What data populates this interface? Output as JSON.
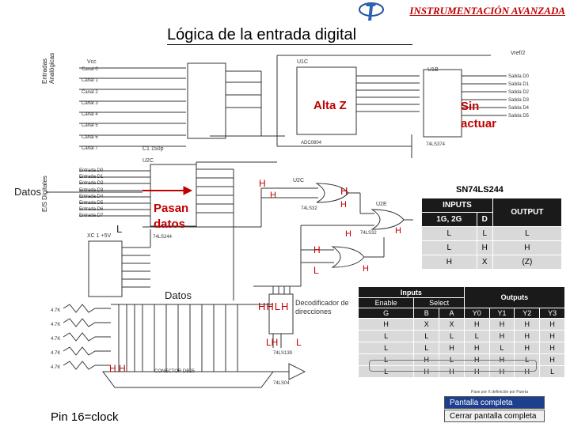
{
  "header": {
    "title": "INSTRUMENTACIÓN AVANZADA"
  },
  "slide": {
    "title": "Lógica de la entrada digital"
  },
  "schematic": {
    "group_analog": "Entradas Analógicas",
    "group_digital": "E/S Digitales",
    "analog_inputs": [
      "Canal 0",
      "Canal 1",
      "Canal 2",
      "Canal 3",
      "Canal 4",
      "Canal 5",
      "Canal 6",
      "Canal 7"
    ],
    "digital_inputs": [
      "Entrada D0",
      "Entrada D1",
      "Entrada D2",
      "Entrada D3",
      "Entrada D4",
      "Entrada D5",
      "Entrada D6",
      "Entrada D7"
    ],
    "digital_outputs": [
      "Salida D0",
      "Salida D1",
      "Salida D2",
      "Salida D3",
      "Salida D4",
      "Salida D5"
    ],
    "chips": {
      "adc": "ADC0804",
      "latch": "74LS374",
      "buffer": "74LS244",
      "or1": "74LS32",
      "or2": "74LS32",
      "decoder": "74LS139",
      "not": "74LS04"
    },
    "connector": "CONECTOR DB25",
    "vref": "Vref/2",
    "decoder_label": "Decodificador de direcciones",
    "resistor_labels": [
      "4.7K",
      "4.7K",
      "4.7K",
      "4.7K",
      "4.7K"
    ]
  },
  "annotations": {
    "datos_left": "Datos",
    "datos_mid": "Datos",
    "alta_z": "Alta Z",
    "sin_actuar": "Sin actuar",
    "pasan_datos": "Pasan datos",
    "pin16": "Pin 16=clock",
    "state_L_buf": "L",
    "state_H1": "H",
    "state_H2": "H",
    "state_H3": "H",
    "state_H4": "H",
    "state_H5": "H",
    "state_H6": "H",
    "state_L2": "L",
    "state_H7": "H",
    "state_hhlh": "HHLH",
    "state_lh": "LH",
    "state_l3": "L",
    "state_hh": "H H"
  },
  "table1": {
    "title": "SN74LS244",
    "header_inputs": "INPUTS",
    "header_output": "OUTPUT",
    "columns": [
      "1G, 2G",
      "D"
    ],
    "rows": [
      [
        "L",
        "L",
        "L"
      ],
      [
        "L",
        "H",
        "H"
      ],
      [
        "H",
        "X",
        "(Z)"
      ]
    ]
  },
  "table2": {
    "header_inputs": "Inputs",
    "header_outputs": "Outputs",
    "header_enable": "Enable",
    "header_select": "Select",
    "columns": [
      "G",
      "B",
      "A",
      "Y0",
      "Y1",
      "Y2",
      "Y3"
    ],
    "rows": [
      [
        "H",
        "X",
        "X",
        "H",
        "H",
        "H",
        "H"
      ],
      [
        "L",
        "L",
        "L",
        "L",
        "H",
        "H",
        "H"
      ],
      [
        "L",
        "L",
        "H",
        "H",
        "L",
        "H",
        "H"
      ],
      [
        "L",
        "H",
        "L",
        "H",
        "H",
        "L",
        "H"
      ],
      [
        "L",
        "H",
        "H",
        "H",
        "H",
        "H",
        "L"
      ]
    ],
    "caption": "Pase por X definición por Puerta"
  },
  "popup": {
    "item1": "Pantalla completa",
    "item2": "Cerrar pantalla completa"
  },
  "colors": {
    "accent_red": "#c00000",
    "table_header": "#1a1a1a",
    "table_cell": "#d9d9d9",
    "popup_highlight": "#1c3f8f"
  }
}
